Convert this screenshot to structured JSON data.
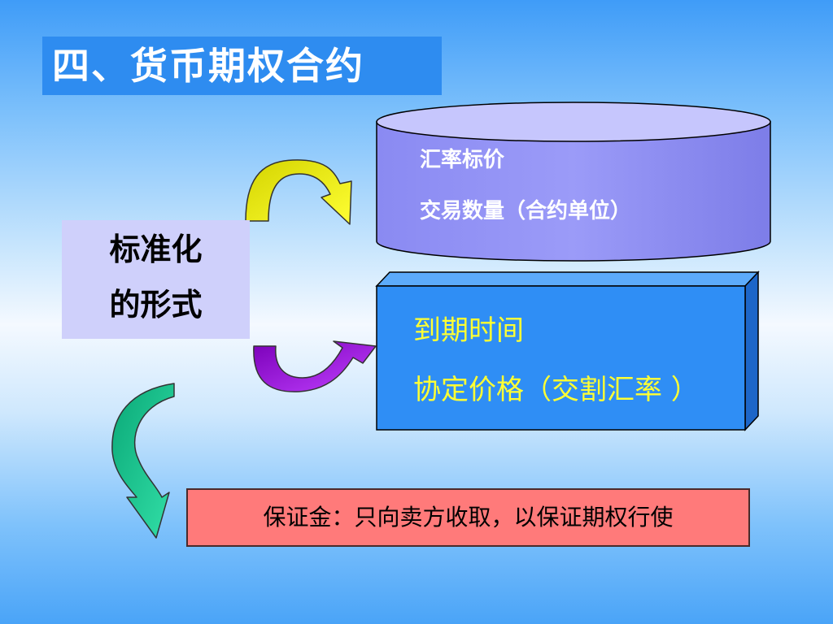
{
  "title": "四、货币期权合约",
  "standard_form": {
    "line1": "标准化",
    "line2": "的形式"
  },
  "cylinder": {
    "item1": "汇率标价",
    "item2": "交易数量（合约单位）"
  },
  "cube": {
    "item1": "到期时间",
    "item2": "协定价格（交割汇率 ）"
  },
  "margin_note": "保证金：只向卖方收取，以保证期权行使",
  "colors": {
    "title_bg": "#2e8cf0",
    "label_bg": "#cfd0fb",
    "cylinder_fill": "#8f8ff5",
    "cube_fill": "#2f8ef5",
    "cube_text": "#ffff33",
    "note_bg": "#ff7a7a",
    "arrow_yellow": "#e8e600",
    "arrow_purple": "#9400d3",
    "arrow_green": "#13c28d"
  },
  "icons": [
    "curved-arrow-yellow",
    "curved-arrow-purple",
    "curved-arrow-green"
  ]
}
